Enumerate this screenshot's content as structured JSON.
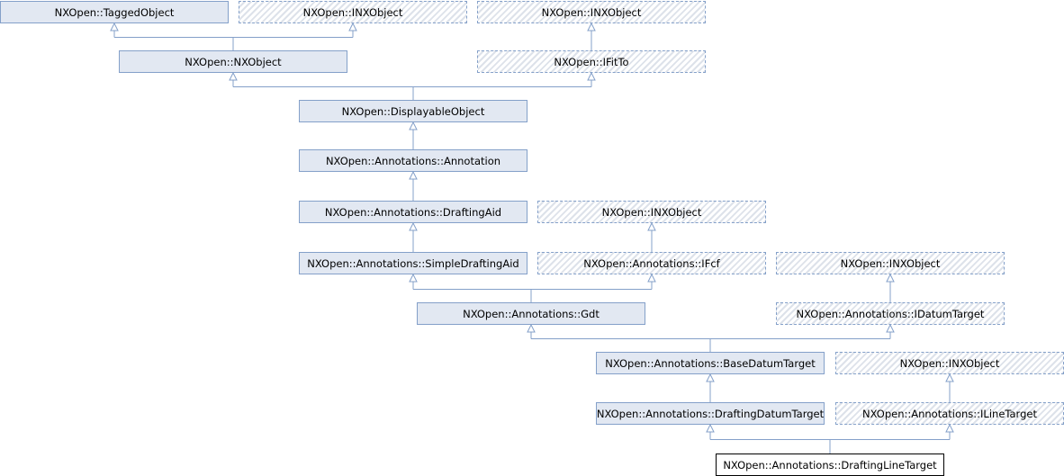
{
  "diagram": {
    "nodes": [
      {
        "id": "tagged",
        "label": "NXOpen::TaggedObject",
        "kind": "class"
      },
      {
        "id": "inx1",
        "label": "NXOpen::INXObject",
        "kind": "interface"
      },
      {
        "id": "inx2",
        "label": "NXOpen::INXObject",
        "kind": "interface"
      },
      {
        "id": "nxobject",
        "label": "NXOpen::NXObject",
        "kind": "class"
      },
      {
        "id": "ifitto",
        "label": "NXOpen::IFitTo",
        "kind": "interface"
      },
      {
        "id": "displayable",
        "label": "NXOpen::DisplayableObject",
        "kind": "class"
      },
      {
        "id": "annotation",
        "label": "NXOpen::Annotations::Annotation",
        "kind": "class"
      },
      {
        "id": "draftingaid",
        "label": "NXOpen::Annotations::DraftingAid",
        "kind": "class"
      },
      {
        "id": "inx3",
        "label": "NXOpen::INXObject",
        "kind": "interface"
      },
      {
        "id": "simpleaid",
        "label": "NXOpen::Annotations::SimpleDraftingAid",
        "kind": "class"
      },
      {
        "id": "ifcf",
        "label": "NXOpen::Annotations::IFcf",
        "kind": "interface"
      },
      {
        "id": "inx4",
        "label": "NXOpen::INXObject",
        "kind": "interface"
      },
      {
        "id": "gdt",
        "label": "NXOpen::Annotations::Gdt",
        "kind": "class"
      },
      {
        "id": "idatum",
        "label": "NXOpen::Annotations::IDatumTarget",
        "kind": "interface"
      },
      {
        "id": "basedatum",
        "label": "NXOpen::Annotations::BaseDatumTarget",
        "kind": "class"
      },
      {
        "id": "inx5",
        "label": "NXOpen::INXObject",
        "kind": "interface"
      },
      {
        "id": "draftingdatum",
        "label": "NXOpen::Annotations::DraftingDatumTarget",
        "kind": "class"
      },
      {
        "id": "iline",
        "label": "NXOpen::Annotations::ILineTarget",
        "kind": "interface"
      },
      {
        "id": "draftingline",
        "label": "NXOpen::Annotations::DraftingLineTarget",
        "kind": "current"
      }
    ],
    "edges": [
      {
        "from": "nxobject",
        "to": [
          "tagged",
          "inx1"
        ]
      },
      {
        "from": "ifitto",
        "to": [
          "inx2"
        ]
      },
      {
        "from": "displayable",
        "to": [
          "nxobject",
          "ifitto"
        ]
      },
      {
        "from": "annotation",
        "to": [
          "displayable"
        ]
      },
      {
        "from": "draftingaid",
        "to": [
          "annotation"
        ]
      },
      {
        "from": "simpleaid",
        "to": [
          "draftingaid"
        ]
      },
      {
        "from": "ifcf",
        "to": [
          "inx3"
        ]
      },
      {
        "from": "gdt",
        "to": [
          "simpleaid",
          "ifcf"
        ]
      },
      {
        "from": "idatum",
        "to": [
          "inx4"
        ]
      },
      {
        "from": "basedatum",
        "to": [
          "gdt",
          "idatum"
        ]
      },
      {
        "from": "draftingdatum",
        "to": [
          "basedatum"
        ]
      },
      {
        "from": "iline",
        "to": [
          "inx5"
        ]
      },
      {
        "from": "draftingline",
        "to": [
          "draftingdatum",
          "iline"
        ]
      }
    ],
    "colors": {
      "class_fill": "#e2e8f2",
      "border": "#84a0c9",
      "edge": "#84a0c9"
    }
  }
}
